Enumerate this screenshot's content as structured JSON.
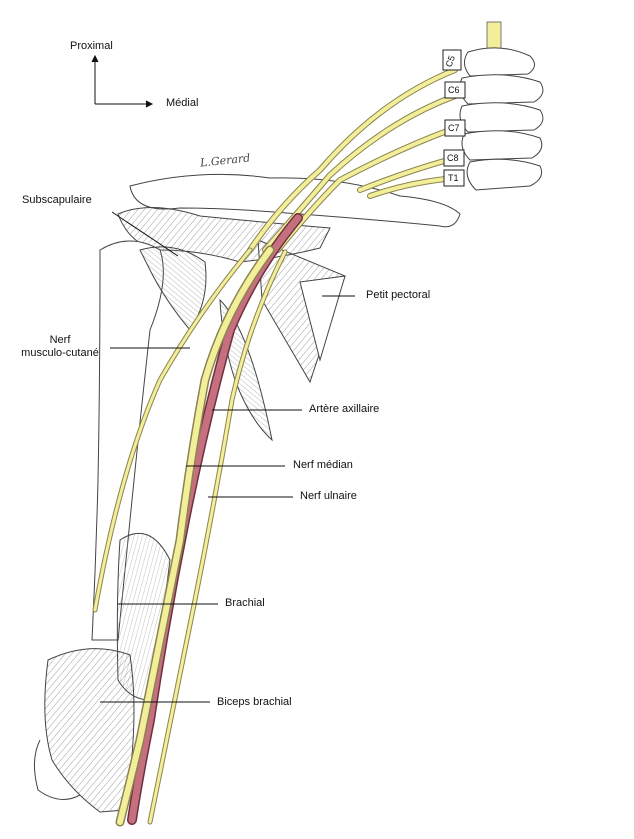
{
  "orientation": {
    "proximal": "Proximal",
    "medial": "Médial"
  },
  "signature": "L.Gerard",
  "vertebrae": [
    "C5",
    "C6",
    "C7",
    "C8",
    "T1"
  ],
  "labels": {
    "subscapulaire": "Subscapulaire",
    "petit_pectoral": "Petit pectoral",
    "nerf_musculo_cutane_1": "Nerf",
    "nerf_musculo_cutane_2": "musculo-cutané",
    "artere_axillaire": "Artère axillaire",
    "nerf_median": "Nerf médian",
    "nerf_ulnaire": "Nerf ulnaire",
    "brachial": "Brachial",
    "biceps_brachial": "Biceps brachial"
  },
  "colors": {
    "nerve": "#f3ee9a",
    "nerve_stroke": "#8a8450",
    "artery": "#c6707f",
    "artery_stroke": "#6e3040",
    "ink": "#333333"
  }
}
